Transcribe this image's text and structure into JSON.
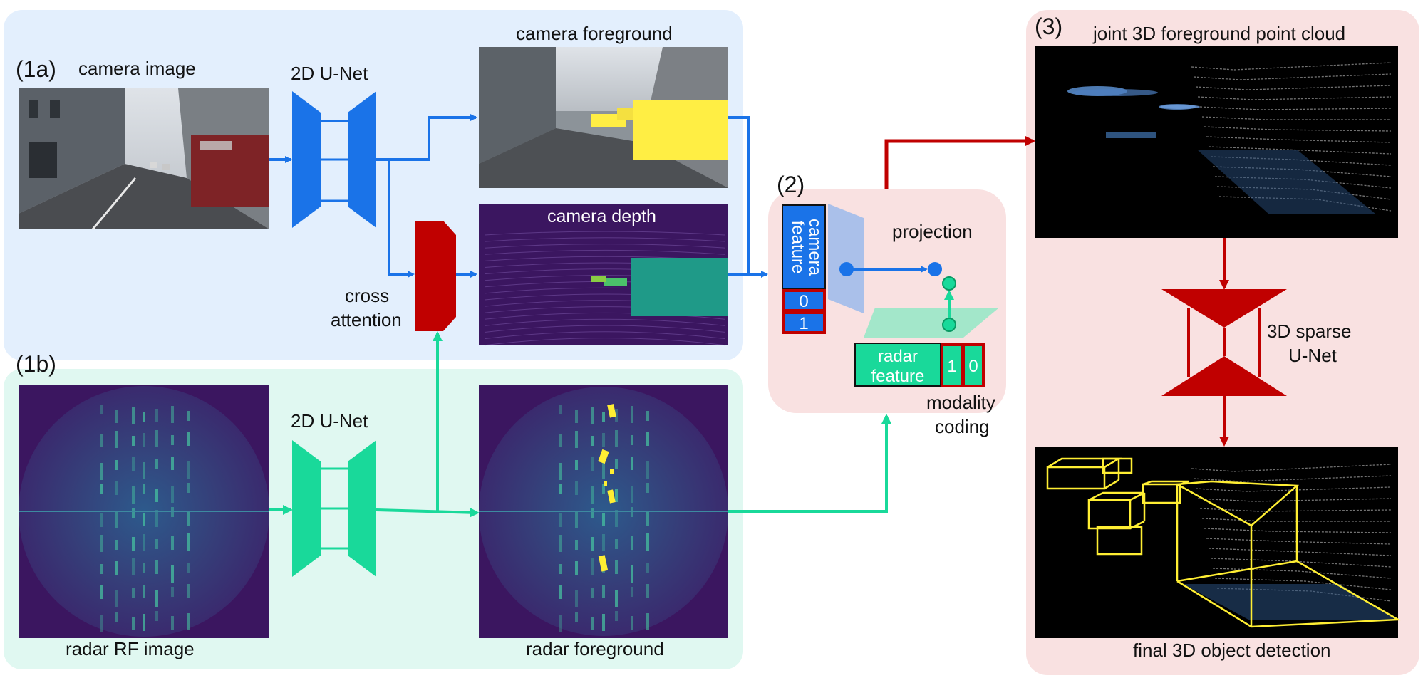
{
  "section_1a": {
    "tag": "(1a)",
    "camera_image": "camera image",
    "unet": "2D U-Net",
    "foreground": "camera foreground",
    "depth": "camera depth",
    "cross_attention_line1": "cross",
    "cross_attention_line2": "attention"
  },
  "section_1b": {
    "tag": "(1b)",
    "radar_image": "radar RF image",
    "unet": "2D U-Net",
    "foreground": "radar foreground"
  },
  "section_2": {
    "tag": "(2)",
    "camera_feature_line1": "camera",
    "camera_feature_line2": "feature",
    "code_cam_a": "0",
    "code_cam_b": "1",
    "projection": "projection",
    "radar_feature_line1": "radar",
    "radar_feature_line2": "feature",
    "code_radar_a": "1",
    "code_radar_b": "0",
    "modality_line1": "modality",
    "modality_line2": "coding"
  },
  "section_3": {
    "tag": "(3)",
    "point_cloud": "joint 3D foreground point cloud",
    "sparse_unet_line1": "3D sparse",
    "sparse_unet_line2": "U-Net",
    "detection": "final 3D object detection"
  },
  "colors": {
    "camera_blue": "#1a73e8",
    "radar_green": "#19d99a",
    "fusion_red": "#c00000",
    "panel_blue": "#e3effd",
    "panel_green": "#e0f8f1",
    "panel_pink": "#f9e1e1",
    "depth_purple": "#3b1660",
    "depth_teal": "#1f9a88",
    "box_yellow": "#ffee33"
  }
}
